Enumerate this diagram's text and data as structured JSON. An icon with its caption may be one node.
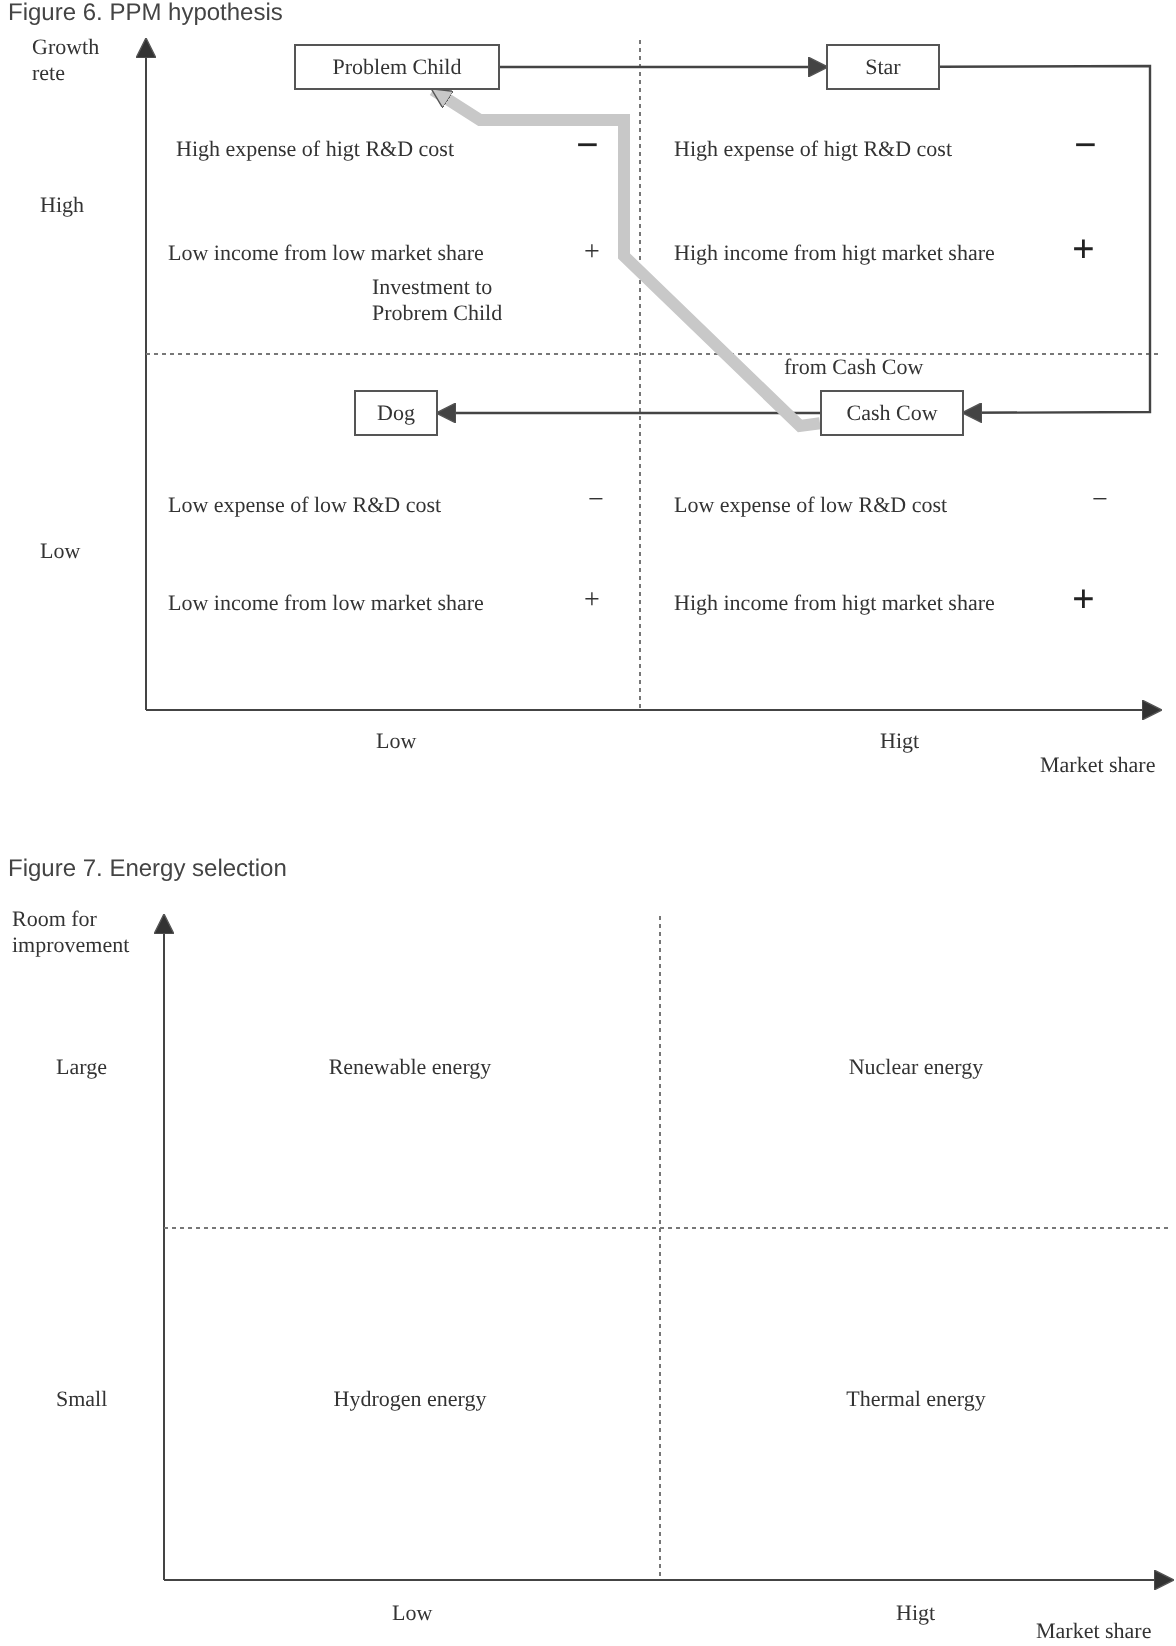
{
  "diagram": {
    "nodes": [
      {
        "text": [
          "Problem Child"
        ]
      },
      {
        "text": [
          "Star"
        ]
      },
      {
        "text": [
          "Dog"
        ]
      },
      {
        "text": [
          "Cash Cow"
        ]
      }
    ],
    "edges": [
      {
        "from": 0,
        "to": 1,
        "arrow": "to"
      },
      {
        "from": 1,
        "to": 3,
        "arrow": "to"
      },
      {
        "from": 3,
        "to": 2,
        "arrow": "to"
      },
      {
        "from": 3,
        "to": 0,
        "arrow": "to",
        "style": "thick",
        "color": "#c8c8c8"
      }
    ],
    "labels": [
      "Figure 6. PPM hypothesis",
      "Growth rete",
      "High expense of higt R&D cost",
      "−",
      "High expense of higt R&D cost",
      "−",
      "High",
      "Low income from low market share",
      "+",
      "High income from higt market share",
      "+",
      "Investment to Probrem Child",
      "from Cash Cow",
      "Low expense of low R&D cost",
      "−",
      "Low expense of low R&D cost",
      "−",
      "Low",
      "Low income from low market share",
      "+",
      "High income from higt market share",
      "+",
      "Low",
      "Higt",
      "Market share",
      "Figure 7. Energy selection",
      "Room for improvement",
      "Large",
      "Renewable energy",
      "Nuclear energy",
      "Small",
      "Hydrogen energy",
      "Thermal energy",
      "Low",
      "Higt",
      "Market share"
    ]
  }
}
